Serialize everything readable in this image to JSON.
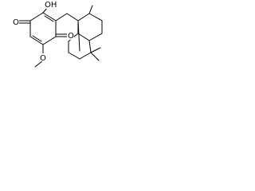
{
  "molecule": {
    "atom_labels": {
      "hydroxyl": "OH",
      "quinone_oxygen_left": "O",
      "quinone_oxygen_right": "O",
      "methoxy_oxygen": "O"
    }
  },
  "colors": {
    "bond": "#000000",
    "background": "#ffffff"
  }
}
